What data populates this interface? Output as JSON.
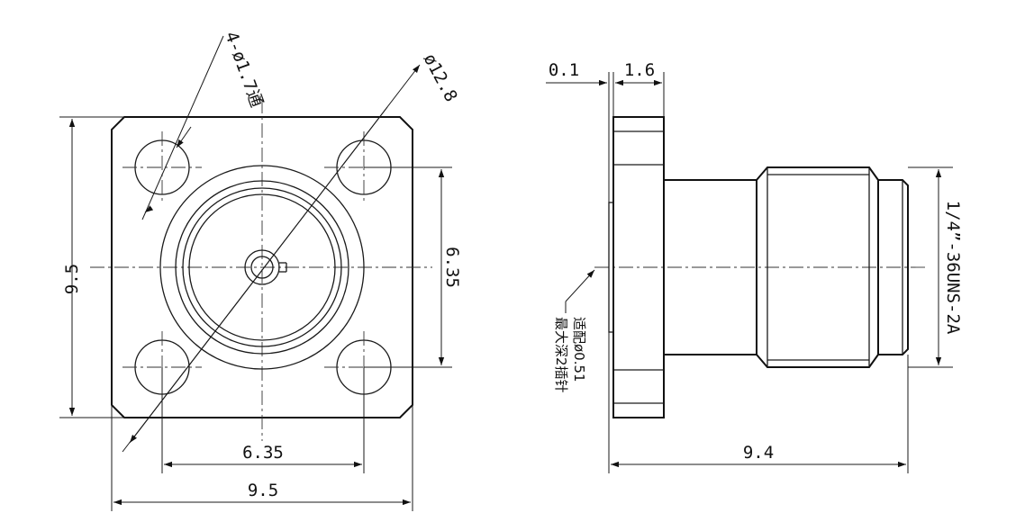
{
  "front_view": {
    "dim_overall_width": "9.5",
    "dim_overall_height": "9.5",
    "dim_hole_spacing_h": "6.35",
    "dim_hole_spacing_v": "6.35",
    "dim_bolt_circle": "ø12.8",
    "dim_holes": "4-ø1.7通"
  },
  "side_view": {
    "dim_gap": "0.1",
    "dim_flange_thickness": "1.6",
    "dim_length": "9.4",
    "dim_thread": "1/4”-36UNS-2A",
    "note_line1": "适配ø0.51",
    "note_line2": "最大深2插针"
  }
}
